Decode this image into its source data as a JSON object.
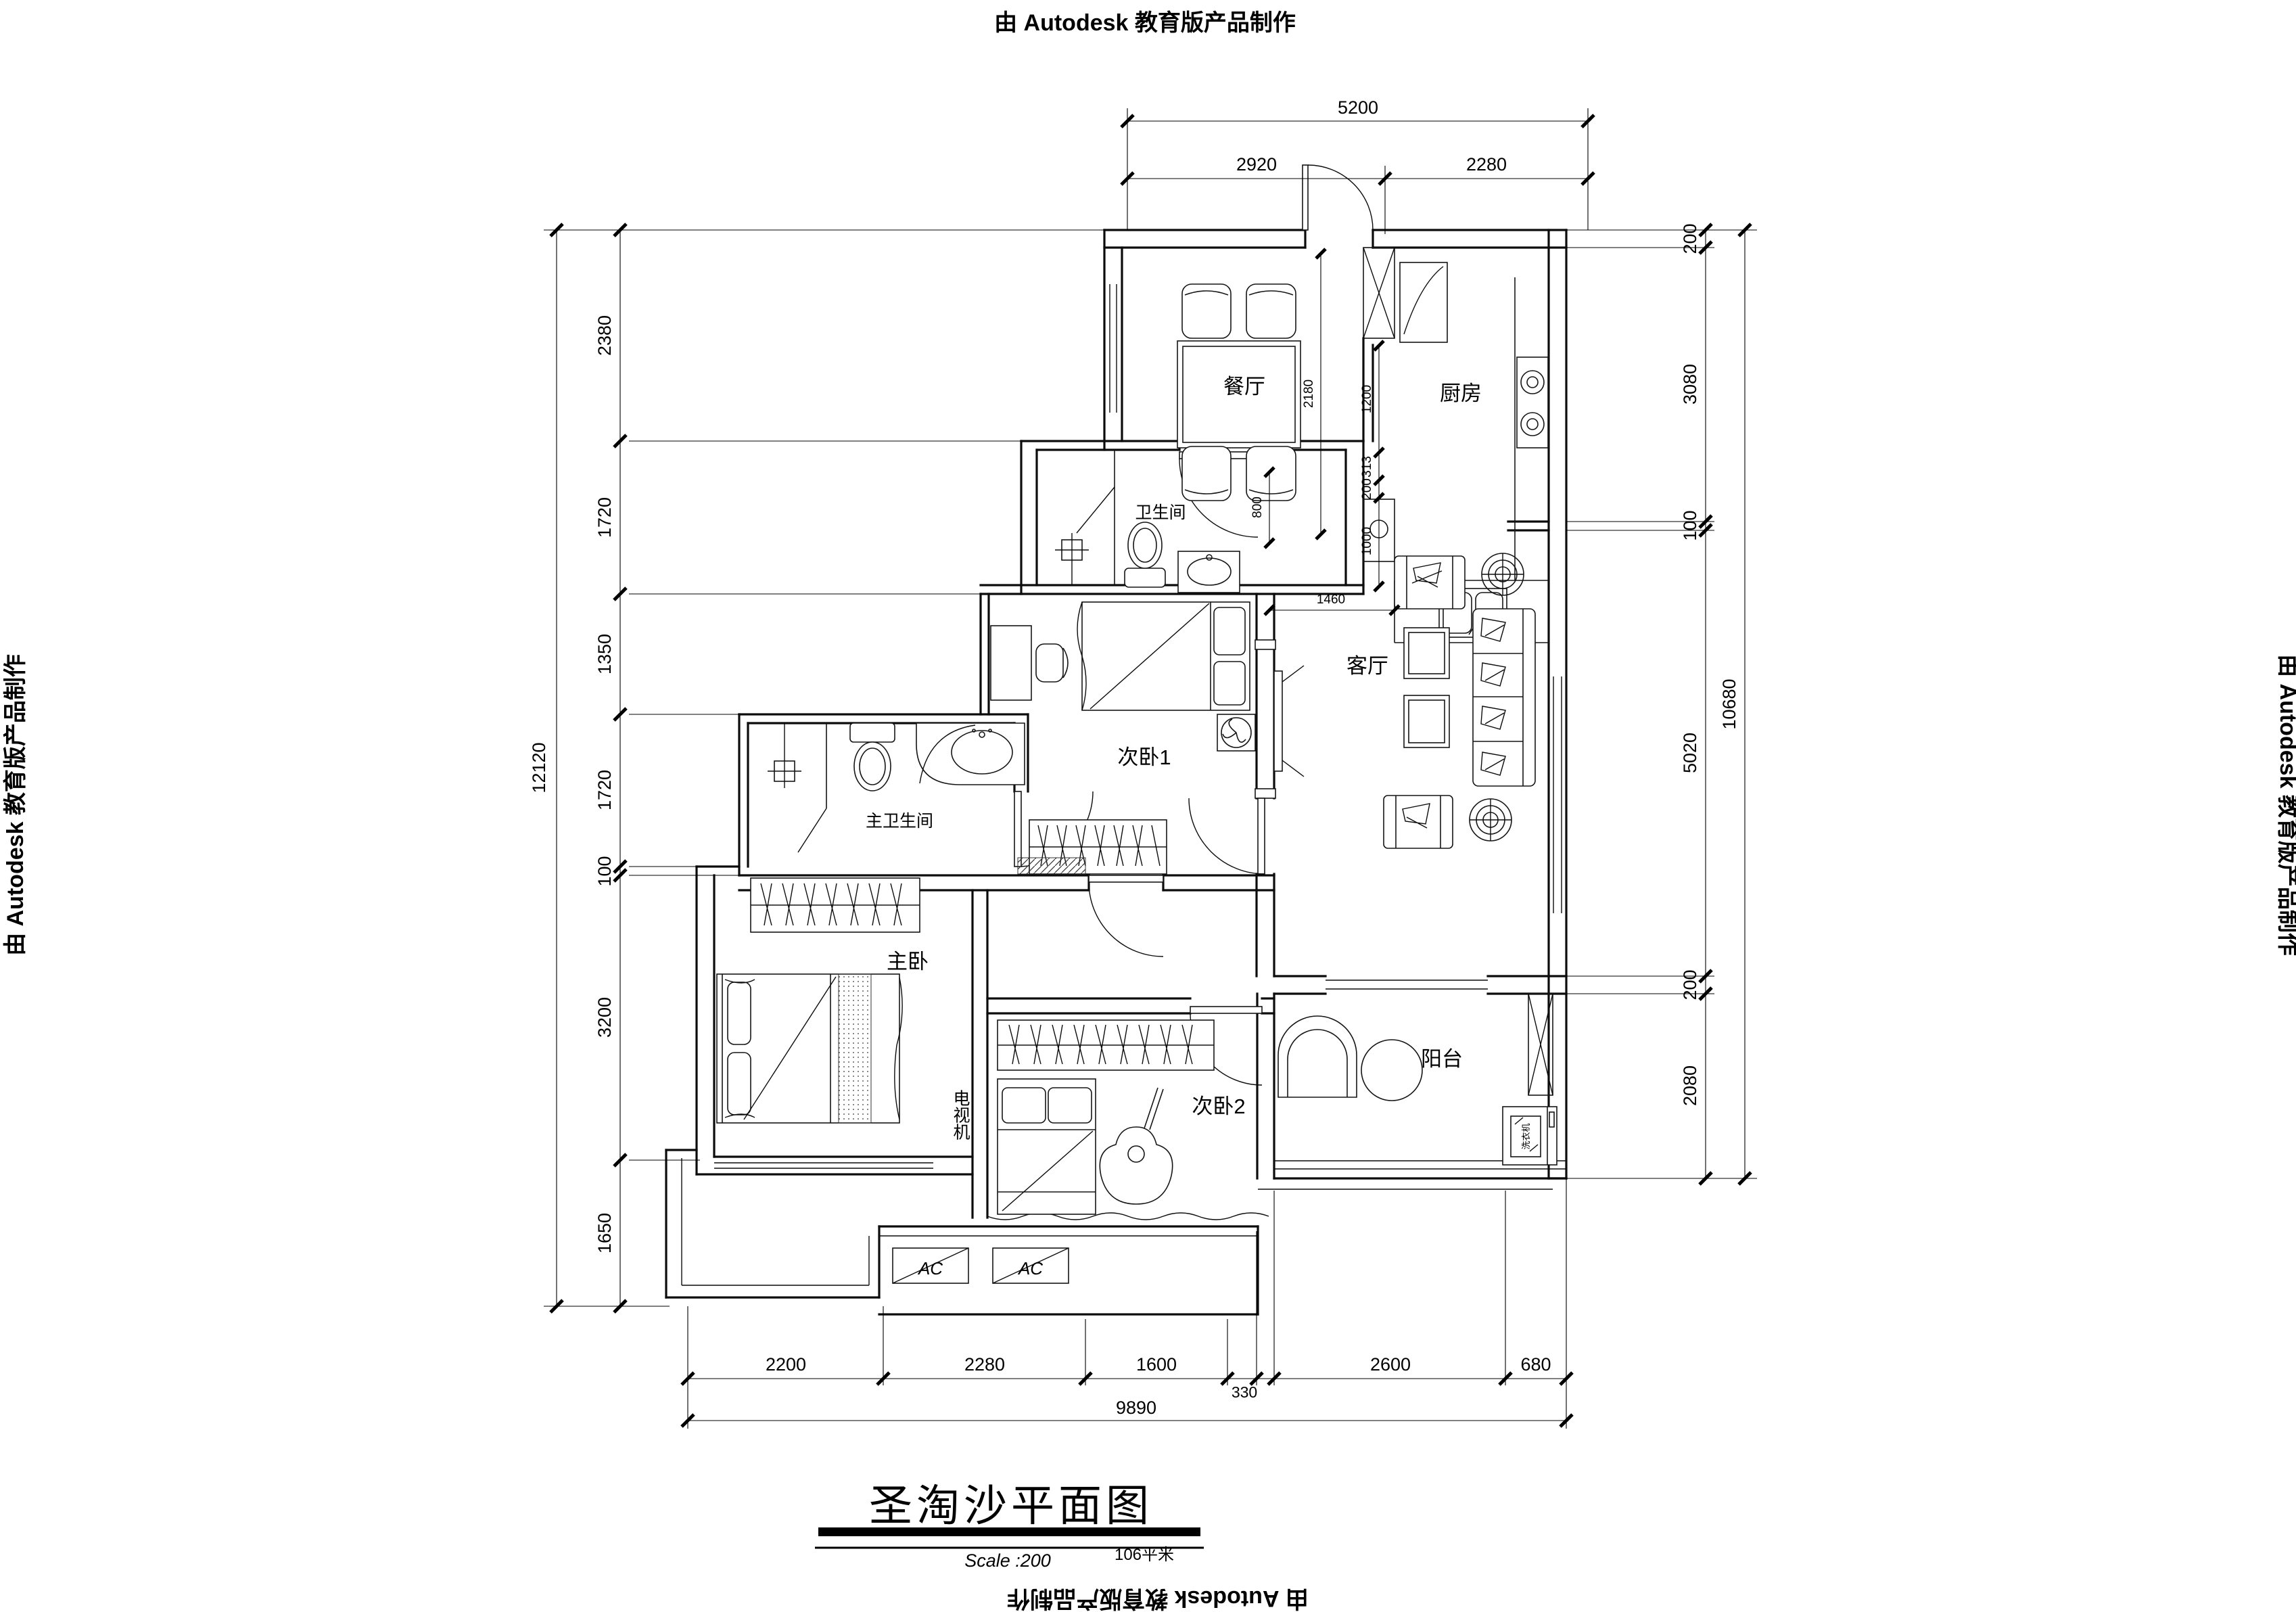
{
  "watermarks": {
    "top": "由 Autodesk 教育版产品制作",
    "left": "由 Autodesk 教育版产品制作",
    "right": "由 Autodesk 教育版产品制作",
    "bottom": "由 Autodesk 教育版产品制作"
  },
  "title_block": {
    "title": "圣淘沙平面图",
    "scale": "Scale :200",
    "area": "106平米"
  },
  "rooms": {
    "dining": "餐厅",
    "kitchen": "厨房",
    "bath": "卫生间",
    "bedroom1": "次卧1",
    "living": "客厅",
    "master_bath": "主卫生间",
    "master": "主卧",
    "tv": "电视机",
    "bedroom2": "次卧2",
    "balcony": "阳台",
    "washer": "洗衣机",
    "ac1": "AC",
    "ac2": "AC"
  },
  "dimensions": {
    "top": {
      "total": "5200",
      "segments": [
        "2920",
        "2280"
      ]
    },
    "left": {
      "total": "12120",
      "segments": [
        "2380",
        "1720",
        "1350",
        "1720",
        "100",
        "3200",
        "1650"
      ]
    },
    "right": {
      "total": "10680",
      "segments": [
        "200",
        "3080",
        "100",
        "5020",
        "200",
        "2080"
      ]
    },
    "bottom": {
      "total": "9890",
      "segments": [
        "2200",
        "2280",
        "1600",
        "330",
        "2600",
        "680"
      ]
    },
    "interior": [
      "2180",
      "1200",
      "313",
      "200",
      "1000",
      "1460",
      "800"
    ]
  }
}
